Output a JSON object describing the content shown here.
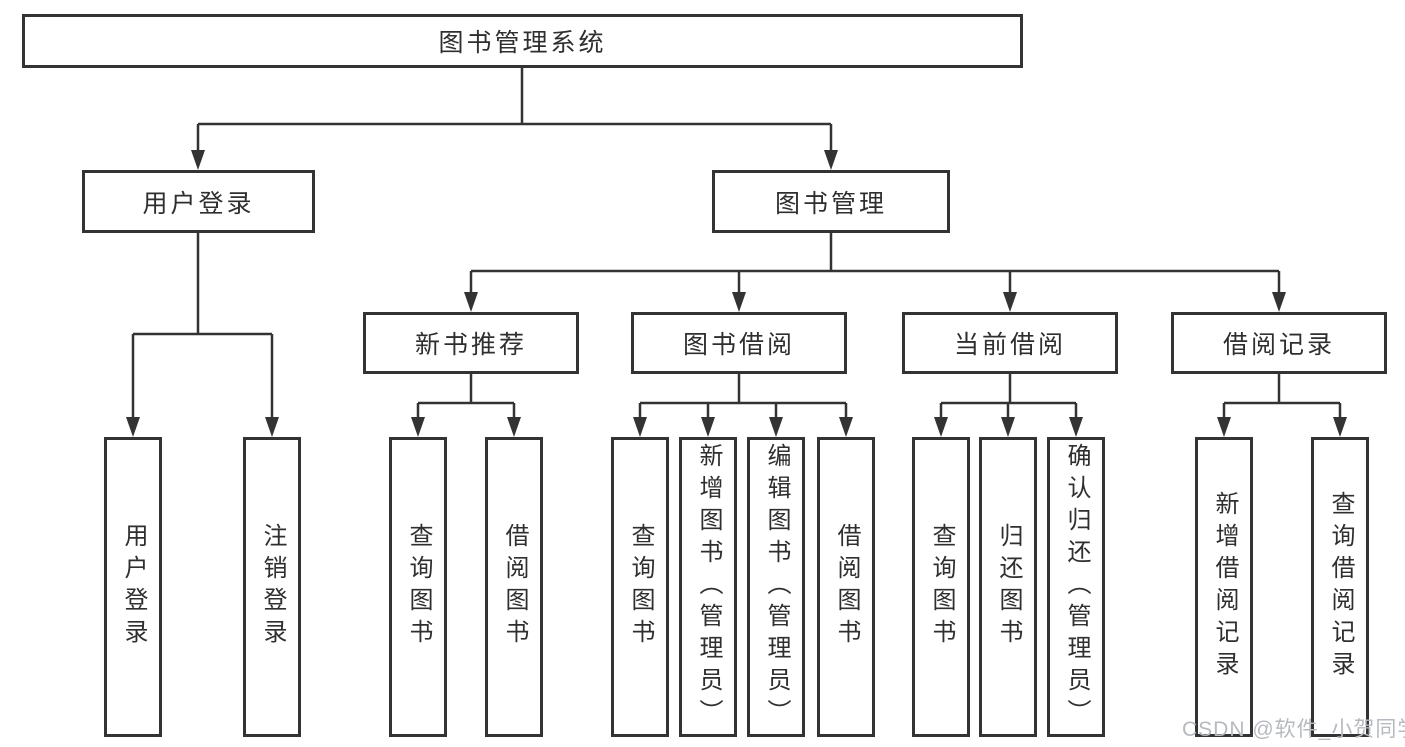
{
  "tree": {
    "label": "图书管理系统",
    "children": [
      {
        "label": "用户登录",
        "children": [
          {
            "label": "用户登录"
          },
          {
            "label": "注销登录"
          }
        ]
      },
      {
        "label": "图书管理",
        "children": [
          {
            "label": "新书推荐",
            "children": [
              {
                "label": "查询图书"
              },
              {
                "label": "借阅图书"
              }
            ]
          },
          {
            "label": "图书借阅",
            "children": [
              {
                "label": "查询图书"
              },
              {
                "label": "新增图书（管理员）"
              },
              {
                "label": "编辑图书（管理员）"
              },
              {
                "label": "借阅图书"
              }
            ]
          },
          {
            "label": "当前借阅",
            "children": [
              {
                "label": "查询图书"
              },
              {
                "label": "归还图书"
              },
              {
                "label": "确认归还（管理员）"
              }
            ]
          },
          {
            "label": "借阅记录",
            "children": [
              {
                "label": "新增借阅记录"
              },
              {
                "label": "查询借阅记录"
              }
            ]
          }
        ]
      }
    ]
  },
  "watermark": {
    "text": "CSDN @软件_小贺同学"
  },
  "colors": {
    "line": "#333333",
    "box_border": "#333333",
    "text": "#2f2f2f",
    "watermark": "#b6bac0",
    "background": "#ffffff"
  }
}
